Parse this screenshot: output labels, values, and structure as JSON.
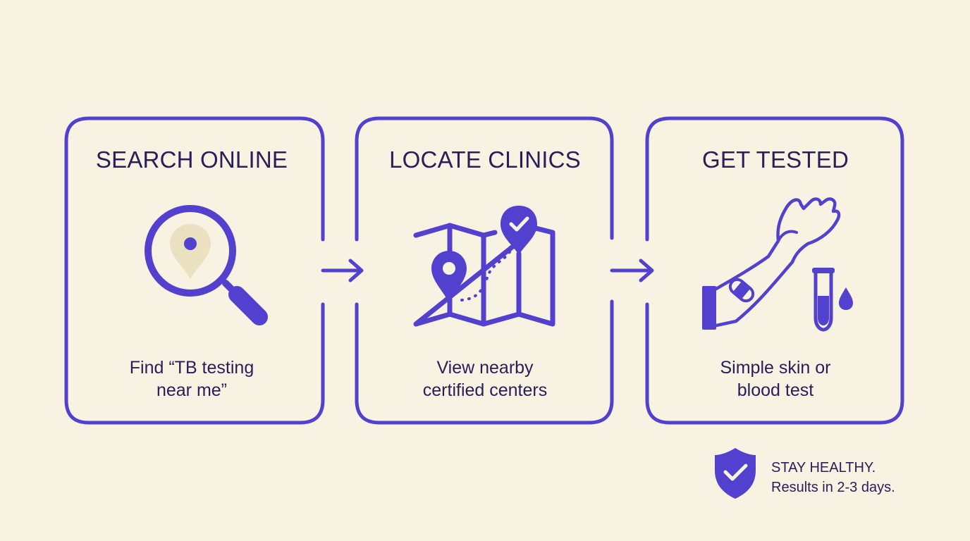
{
  "colors": {
    "background": "#f7f2e2",
    "accent": "#5240cf",
    "text": "#2a1d58",
    "pin_fill": "#ebe0c0"
  },
  "steps": [
    {
      "title": "SEARCH ONLINE",
      "icon": "magnifier-location-icon",
      "desc_lines": [
        "Find “TB testing",
        "near me”"
      ]
    },
    {
      "title": "LOCATE CLINICS",
      "icon": "map-route-icon",
      "desc_lines": [
        "View nearby",
        "certified centers"
      ]
    },
    {
      "title": "GET TESTED",
      "icon": "arm-test-tube-icon",
      "desc_lines": [
        "Simple skin or",
        "blood test"
      ]
    }
  ],
  "footer": {
    "icon": "shield-check-icon",
    "line1": "STAY HEALTHY.",
    "line2": "Results in 2-3 days."
  }
}
